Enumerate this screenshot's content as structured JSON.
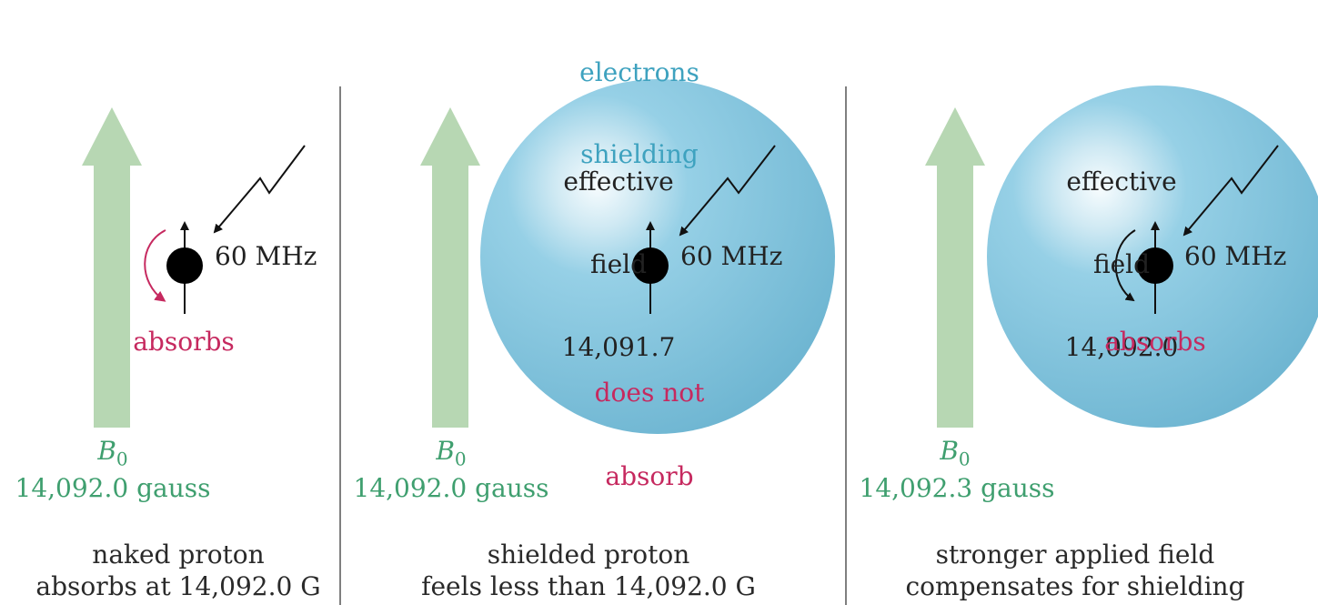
{
  "top_label": {
    "line1": "electrons",
    "line2": "shielding"
  },
  "colors": {
    "field_arrow": "#b7d7b3",
    "electron_cloud": "#8ecde4",
    "field_text": "#3f9f6f",
    "absorb_text": "#c6295f",
    "shield_text": "#3ea2bf",
    "proton": "#000000"
  },
  "panels": [
    {
      "frequency": "60 MHz",
      "field_symbol": "B",
      "field_subscript": "0",
      "applied_field": "14,092.0 gauss",
      "result": "absorbs",
      "caption_line1": "naked proton",
      "caption_line2": "absorbs at 14,092.0 G"
    },
    {
      "frequency": "60 MHz",
      "effective_line1": "effective",
      "effective_line2": "field",
      "effective_value": "14,091.7",
      "field_symbol": "B",
      "field_subscript": "0",
      "applied_field": "14,092.0 gauss",
      "result_line1": "does not",
      "result_line2": "absorb",
      "caption_line1": "shielded proton",
      "caption_line2": "feels less than 14,092.0 G"
    },
    {
      "frequency": "60 MHz",
      "effective_line1": "effective",
      "effective_line2": "field",
      "effective_value": "14,092.0",
      "field_symbol": "B",
      "field_subscript": "0",
      "applied_field": "14,092.3 gauss",
      "result": "absorbs",
      "caption_line1": "stronger applied field",
      "caption_line2": "compensates for shielding"
    }
  ]
}
